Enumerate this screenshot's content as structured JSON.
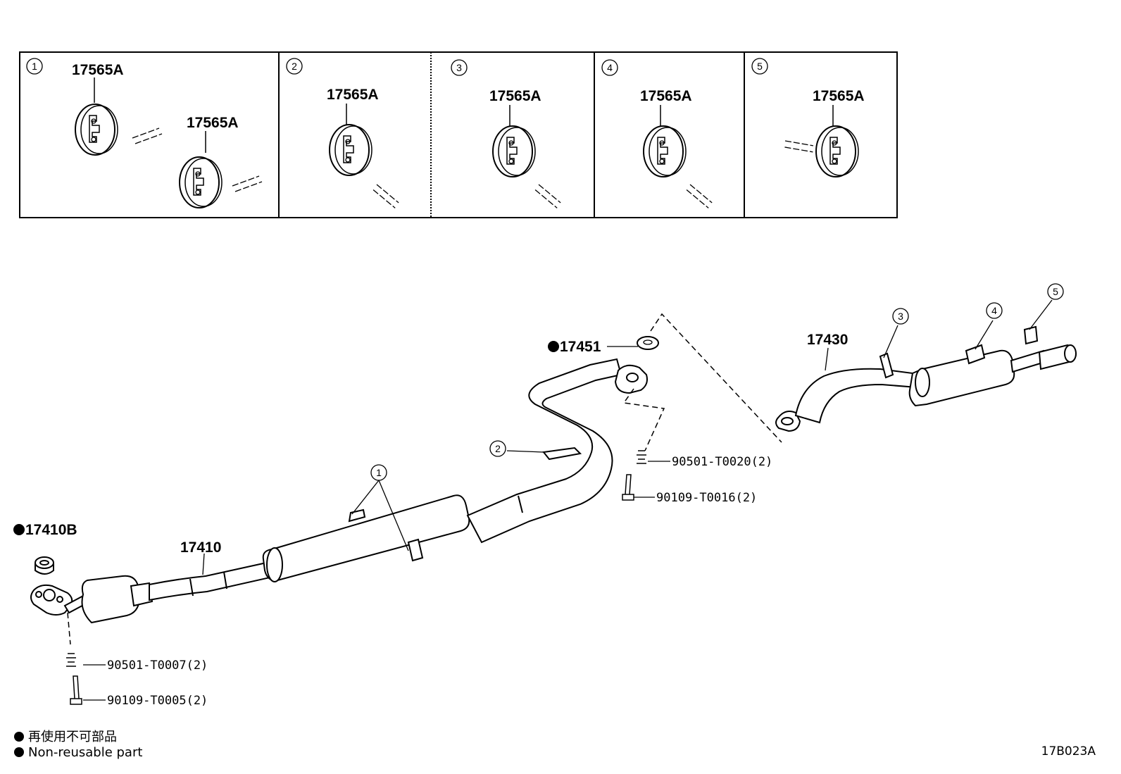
{
  "insets": [
    {
      "num": "1",
      "labels": [
        "17565A",
        "17565A"
      ]
    },
    {
      "num": "2",
      "labels": [
        "17565A"
      ]
    },
    {
      "num": "3",
      "labels": [
        "17565A"
      ]
    },
    {
      "num": "4",
      "labels": [
        "17565A"
      ]
    },
    {
      "num": "5",
      "labels": [
        "17565A"
      ]
    }
  ],
  "parts": {
    "gasket_front": "17410B",
    "front_pipe": "17410",
    "gasket_center": "17451",
    "tail_pipe": "17430",
    "spring_front": "90501-T0007(2)",
    "bolt_front": "90109-T0005(2)",
    "spring_center": "90501-T0020(2)",
    "bolt_center": "90109-T0016(2)"
  },
  "callouts": [
    "1",
    "2",
    "3",
    "4",
    "5"
  ],
  "legend": {
    "line1": "再使用不可部品",
    "line2": "Non-reusable part"
  },
  "diagram_code": "17B023A"
}
